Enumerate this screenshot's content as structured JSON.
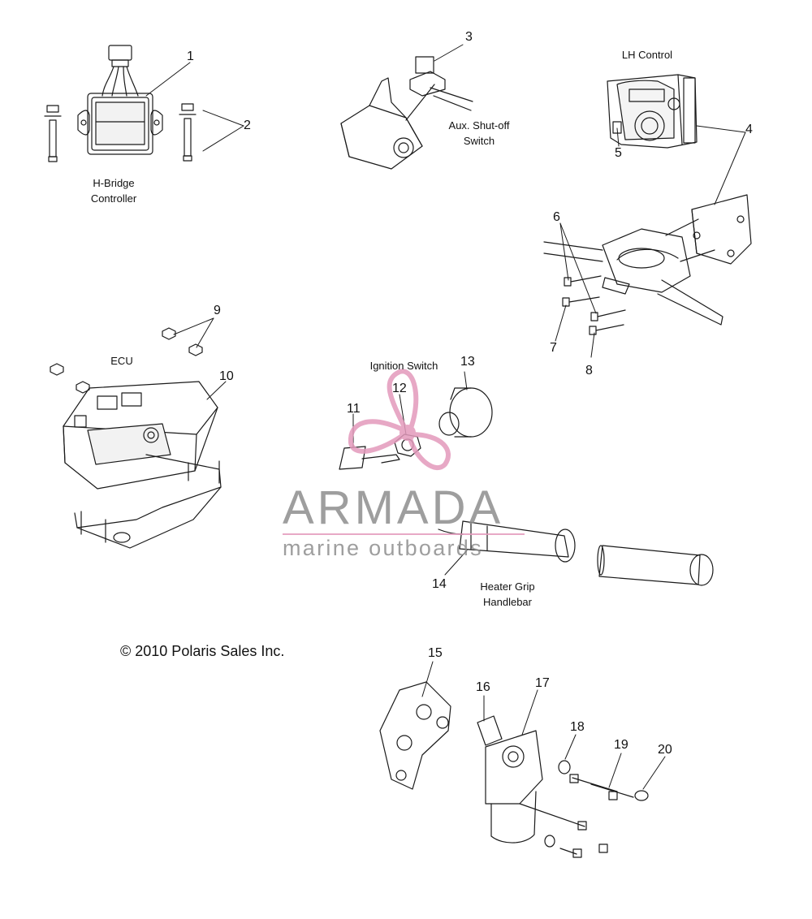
{
  "labels": {
    "h_bridge_line1": "H-Bridge",
    "h_bridge_line2": "Controller",
    "aux_line1": "Aux. Shut-off",
    "aux_line2": "Switch",
    "lh_control": "LH Control",
    "ecu": "ECU",
    "ignition_switch": "Ignition Switch",
    "heater_line1": "Heater Grip",
    "heater_line2": "Handlebar",
    "copyright": "© 2010 Polaris Sales Inc."
  },
  "callouts": [
    "1",
    "2",
    "3",
    "4",
    "5",
    "6",
    "7",
    "8",
    "9",
    "10",
    "11",
    "12",
    "13",
    "14",
    "15",
    "16",
    "17",
    "18",
    "19",
    "20"
  ],
  "watermark": {
    "brand": "ARMADA",
    "tagline": "marine outboards",
    "colors": {
      "pink": "#e39abc",
      "gray": "#8e8e8e"
    }
  },
  "colors": {
    "line": "#1a1a1a",
    "fill": "#ffffff",
    "shade": "#d9d9d9"
  }
}
